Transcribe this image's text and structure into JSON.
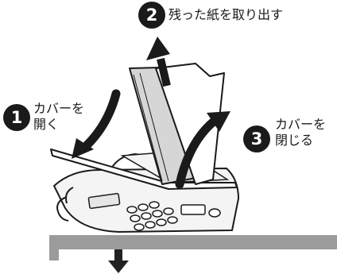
{
  "steps": [
    {
      "number": "1",
      "label_line1": "カバーを",
      "label_line2": "開く"
    },
    {
      "number": "2",
      "label": "残った紙を取り出す"
    },
    {
      "number": "3",
      "label_line1": "カバーを",
      "label_line2": "閉じる"
    }
  ]
}
